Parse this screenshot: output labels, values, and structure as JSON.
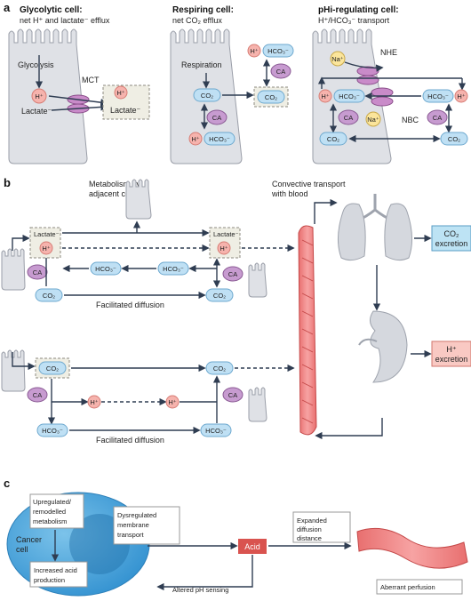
{
  "panel_a": {
    "label": "a",
    "glycolytic": {
      "title": "Glycolytic cell:",
      "subtitle": "net H⁺ and lactate⁻ efflux",
      "process": "Glycolysis",
      "transporter": "MCT",
      "h": "H⁺",
      "lactate": "Lactate⁻",
      "h_out": "H⁺",
      "lactate_out": "Lactate⁻"
    },
    "respiring": {
      "title": "Respiring cell:",
      "subtitle": "net CO₂ efflux",
      "process": "Respiration",
      "co2": "CO₂",
      "co2_out": "CO₂",
      "ca": "CA",
      "h": "H⁺",
      "hco3": "HCO₃⁻",
      "h_out": "H⁺",
      "hco3_out": "HCO₃⁻",
      "ca_out": "CA"
    },
    "regulating": {
      "title": "pHi-regulating cell:",
      "subtitle": "H⁺/HCO₃⁻ transport",
      "nhe": "NHE",
      "nbc": "NBC",
      "na": "Na⁺",
      "na2": "Na⁺",
      "h_in": "H⁺",
      "hco3_in": "HCO₃⁻",
      "ca_in": "CA",
      "co2_in": "CO₂",
      "hco3_out": "HCO₃⁻",
      "h_out": "H⁺",
      "ca_out": "CA",
      "co2_out": "CO₂"
    }
  },
  "panel_b": {
    "label": "b",
    "metabolism": "Metabolism by adjacent cells",
    "convective": "Convective transport with blood",
    "lactate_l": "Lactate⁻",
    "h_l": "H⁺",
    "lactate_r": "Lactate⁻",
    "h_r": "H⁺",
    "ca1": "CA",
    "hco3_1a": "HCO₃⁻",
    "hco3_1b": "HCO₃⁻",
    "ca1r": "CA",
    "co2_1a": "CO₂",
    "co2_1b": "CO₂",
    "fac1": "Facilitated diffusion",
    "co2_2a": "CO₂",
    "co2_2b": "CO₂",
    "ca2": "CA",
    "ca2r": "CA",
    "h_2a": "H⁺",
    "h_2b": "H⁺",
    "hco3_2a": "HCO₃⁻",
    "hco3_2b": "HCO₃⁻",
    "fac2": "Facilitated diffusion",
    "co2_excretion_line1": "CO₂",
    "co2_excretion_line2": "excretion",
    "h_excretion_line1": "H⁺",
    "h_excretion_line2": "excretion"
  },
  "panel_c": {
    "label": "c",
    "upregulated": "Upregulated/ remodelled metabolism",
    "dysregulated": "Dysregulated membrane transport",
    "cancer_cell": "Cancer cell",
    "increased_acid": "Increased acid production",
    "acid": "Acid",
    "expanded": "Expanded diffusion distance",
    "altered": "Altered pH sensing",
    "aberrant": "Aberrant perfusion"
  },
  "colors": {
    "h_ion": "#f6b3ad",
    "hco3": "#bfe0f4",
    "co2": "#bfe0f4",
    "ca": "#c79bd0",
    "na": "#fbe59b",
    "cell": "#dfe1e6",
    "vessel": "#f08a8a",
    "acid": "#d9534f",
    "co2_box": "#bde3f4",
    "h_box": "#f9c9c3",
    "cancer": "#4aa8dc"
  }
}
